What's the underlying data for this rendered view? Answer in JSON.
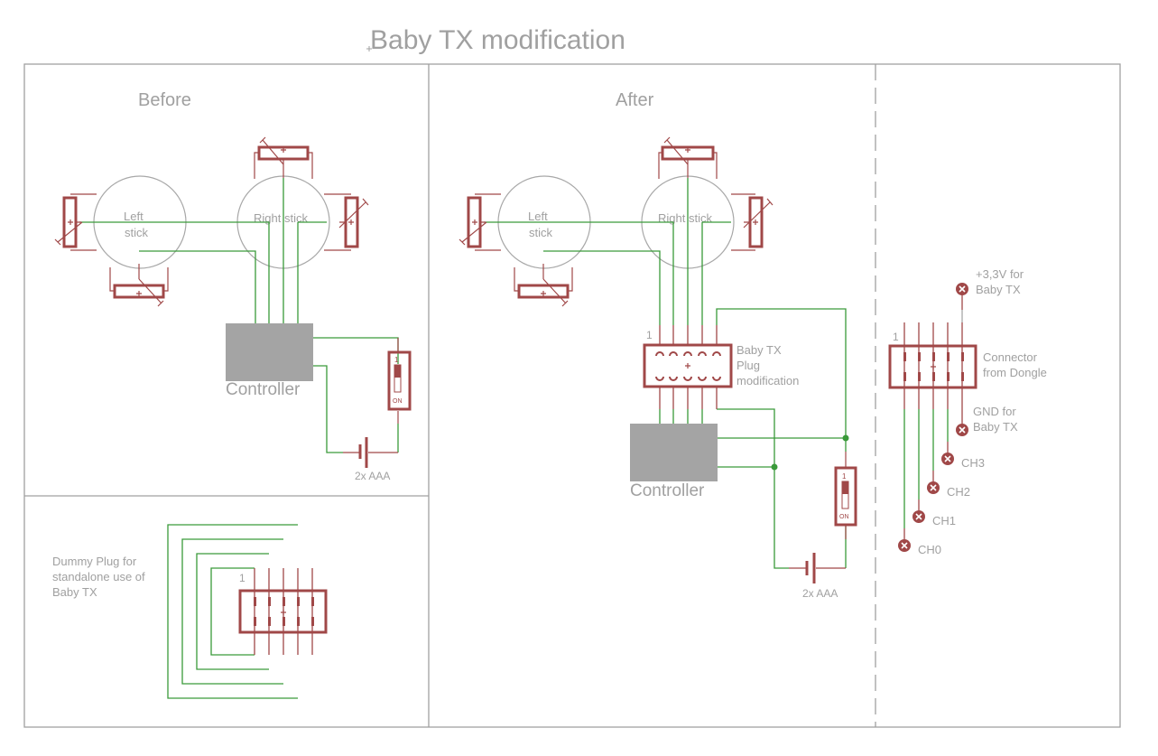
{
  "title": "Baby TX modification",
  "colors": {
    "wire": "#3a9a3a",
    "part": "#a04848",
    "frame": "#a0a0a0",
    "controller": "#a4a4a4",
    "text": "#a0a0a0"
  },
  "before": {
    "heading": "Before",
    "left_stick": [
      "Left",
      "stick"
    ],
    "right_stick": "Right stick",
    "controller": "Controller",
    "switch_num": "1",
    "switch_on": "ON",
    "battery": "2x AAA"
  },
  "dummy": {
    "lines": [
      "Dummy Plug for",
      "standalone use of",
      "Baby TX"
    ],
    "pin1": "1"
  },
  "after": {
    "heading": "After",
    "left_stick": [
      "Left",
      "stick"
    ],
    "right_stick": "Right stick",
    "plug_lines": [
      "Baby TX",
      "Plug",
      "modification"
    ],
    "pin1": "1",
    "controller": "Controller",
    "switch_num": "1",
    "switch_on": "ON",
    "battery": "2x AAA"
  },
  "dongle": {
    "pin1": "1",
    "connector_lines": [
      "Connector",
      "from Dongle"
    ],
    "vcc_lines": [
      "+3,3V for",
      "Baby TX"
    ],
    "gnd_lines": [
      "GND for",
      "Baby TX"
    ],
    "channels": [
      "CH3",
      "CH2",
      "CH1",
      "CH0"
    ]
  }
}
